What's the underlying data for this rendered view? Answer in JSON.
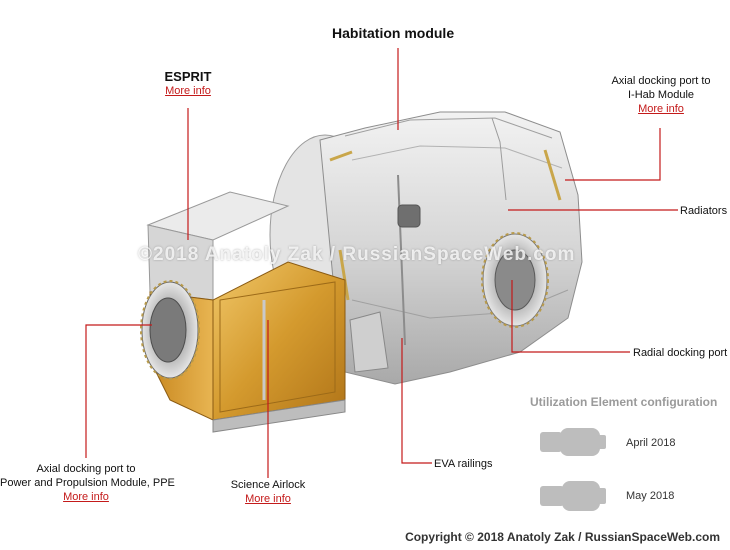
{
  "title": "Habitation module",
  "labels": {
    "esprit": {
      "name": "ESPRIT",
      "more": "More info"
    },
    "axial_ihab": {
      "line1": "Axial docking port to",
      "line2": "I-Hab Module",
      "more": "More info"
    },
    "radiators": "Radiators",
    "radial_port": "Radial docking port",
    "eva_railings": "EVA railings",
    "science_airlock": {
      "name": "Science Airlock",
      "more": "More info"
    },
    "axial_ppe": {
      "line1": "Axial docking port to",
      "line2": "Power and Propulsion Module, PPE",
      "more": "More info"
    }
  },
  "watermark": "©2018 Anatoly Zak / RussianSpaceWeb.com",
  "legend": {
    "title": "Utilization Element configuration",
    "items": [
      {
        "date": "April 2018"
      },
      {
        "date": "May 2018"
      }
    ]
  },
  "copyright": "Copyright © 2018 Anatoly Zak / RussianSpaceWeb.com",
  "colors": {
    "link": "#c41a1a",
    "leader": "#c41a1a",
    "gold": "#d9a33a",
    "hull": "#d8d8d8"
  }
}
